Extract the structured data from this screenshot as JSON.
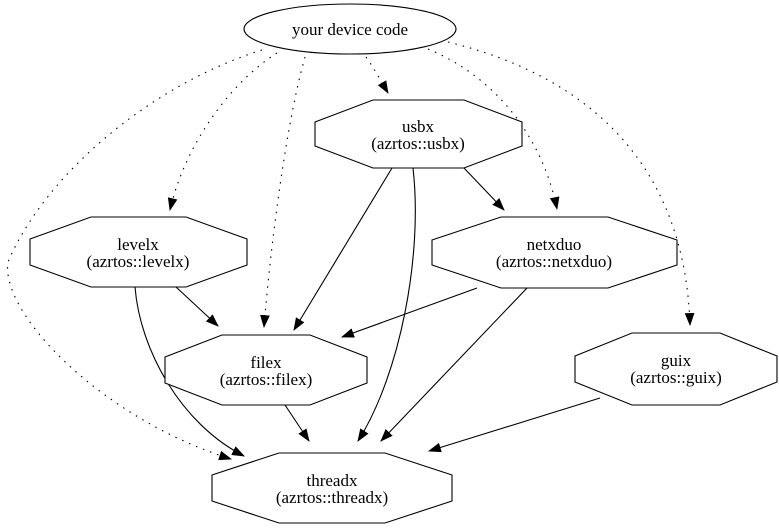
{
  "graph": {
    "background_color": "#ffffff",
    "line_color": "#000000",
    "nodes": {
      "device": {
        "label": "your device code",
        "shape": "ellipse"
      },
      "usbx": {
        "label": "usbx",
        "sublabel": "(azrtos::usbx)",
        "shape": "octagon"
      },
      "levelx": {
        "label": "levelx",
        "sublabel": "(azrtos::levelx)",
        "shape": "octagon"
      },
      "netxduo": {
        "label": "netxduo",
        "sublabel": "(azrtos::netxduo)",
        "shape": "octagon"
      },
      "filex": {
        "label": "filex",
        "sublabel": "(azrtos::filex)",
        "shape": "octagon"
      },
      "guix": {
        "label": "guix",
        "sublabel": "(azrtos::guix)",
        "shape": "octagon"
      },
      "threadx": {
        "label": "threadx",
        "sublabel": "(azrtos::threadx)",
        "shape": "octagon"
      }
    },
    "edges": [
      {
        "from": "your device code",
        "to": "levelx",
        "style": "dotted"
      },
      {
        "from": "your device code",
        "to": "usbx",
        "style": "dotted"
      },
      {
        "from": "your device code",
        "to": "filex",
        "style": "dotted"
      },
      {
        "from": "your device code",
        "to": "netxduo",
        "style": "dotted"
      },
      {
        "from": "your device code",
        "to": "guix",
        "style": "dotted"
      },
      {
        "from": "your device code",
        "to": "threadx",
        "style": "dotted"
      },
      {
        "from": "usbx",
        "to": "netxduo",
        "style": "solid"
      },
      {
        "from": "usbx",
        "to": "filex",
        "style": "solid"
      },
      {
        "from": "usbx",
        "to": "threadx",
        "style": "solid"
      },
      {
        "from": "levelx",
        "to": "filex",
        "style": "solid"
      },
      {
        "from": "levelx",
        "to": "threadx",
        "style": "solid"
      },
      {
        "from": "netxduo",
        "to": "filex",
        "style": "solid"
      },
      {
        "from": "netxduo",
        "to": "threadx",
        "style": "solid"
      },
      {
        "from": "filex",
        "to": "threadx",
        "style": "solid"
      },
      {
        "from": "guix",
        "to": "threadx",
        "style": "solid"
      }
    ]
  }
}
